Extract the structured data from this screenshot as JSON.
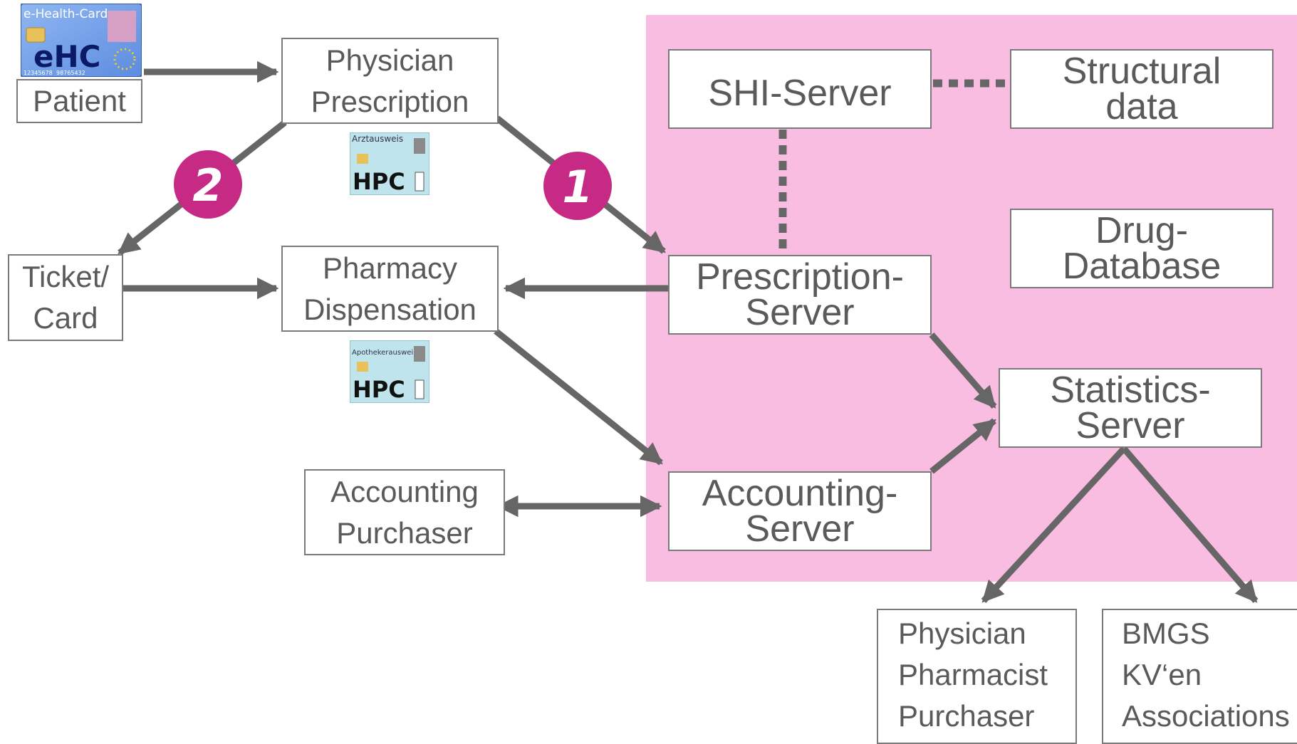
{
  "patient": {
    "label": "Patient"
  },
  "ehc_card": {
    "title": "e-Health-Card",
    "main": "eHC",
    "number_a": "12345678",
    "number_b": "98765432"
  },
  "physician_prescription": {
    "line1": "Physician",
    "line2": "Prescription"
  },
  "ticket_card": {
    "line1": "Ticket/",
    "line2": "Card"
  },
  "pharmacy_dispensation": {
    "line1": "Pharmacy",
    "line2": "Dispensation"
  },
  "accounting_purchaser": {
    "line1": "Accounting",
    "line2": "Purchaser"
  },
  "hpc_physician": {
    "title": "Arztausweis",
    "label": "HPC"
  },
  "hpc_pharmacist": {
    "title": "Apothekerausweis",
    "label": "HPC"
  },
  "badges": {
    "one": "1",
    "two": "2"
  },
  "shi_server": {
    "label": "SHI-Server"
  },
  "structural_data": {
    "line1": "Structural",
    "line2": "data"
  },
  "drug_database": {
    "line1": "Drug-",
    "line2": "Database"
  },
  "prescription_server": {
    "line1": "Prescription-",
    "line2": "Server"
  },
  "statistics_server": {
    "line1": "Statistics-",
    "line2": "Server"
  },
  "accounting_server": {
    "line1": "Accounting-",
    "line2": "Server"
  },
  "recipients_professional": {
    "line1": "Physician",
    "line2": "Pharmacist",
    "line3": "Purchaser"
  },
  "recipients_public": {
    "line1": "BMGS",
    "line2": "KV‘en",
    "line3": "Associations"
  },
  "colors": {
    "zone": "#f9bde2",
    "arrow": "#666666",
    "badge": "#c62a85",
    "box_border": "#7a7a7a",
    "text": "#5a5a5a"
  }
}
